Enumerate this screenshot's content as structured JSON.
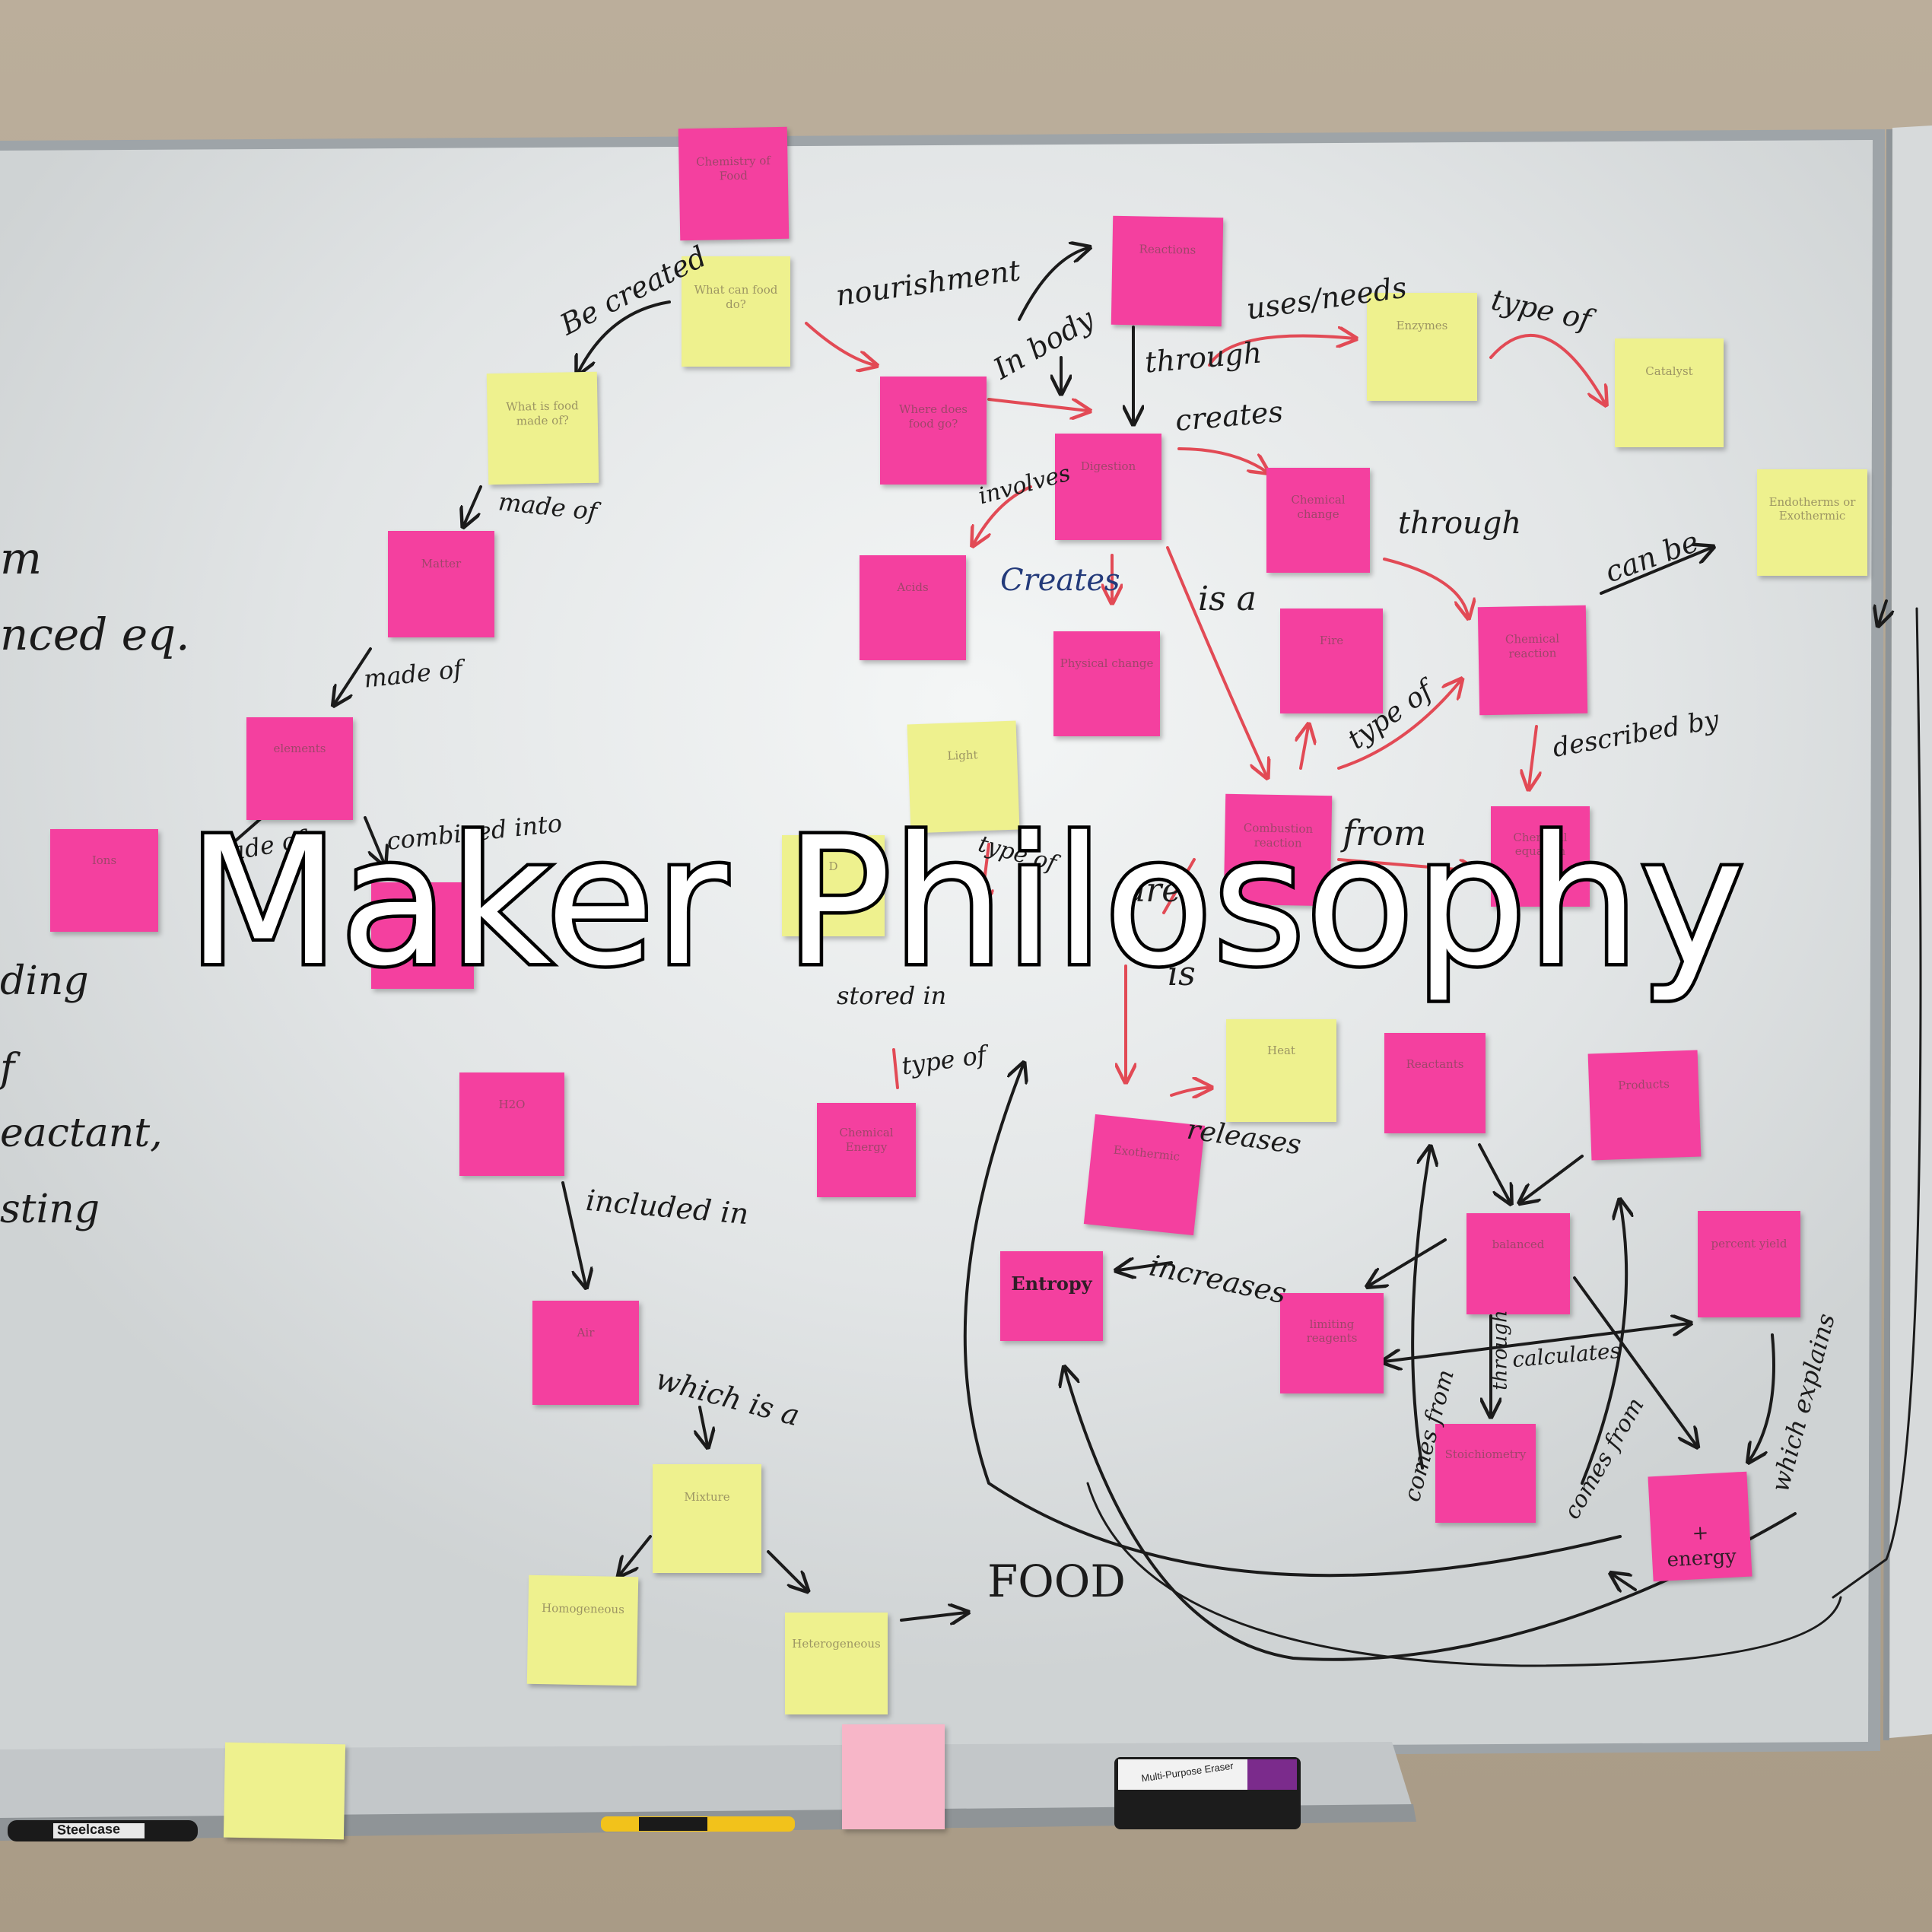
{
  "overlay_title": "Maker Philosophy",
  "notes": [
    {
      "id": "chemistry-of-food",
      "text": "Chemistry of Food",
      "color": "pink"
    },
    {
      "id": "what-can-food-do",
      "text": "What can food do?",
      "color": "yellow"
    },
    {
      "id": "what-is-food-made-of",
      "text": "What is food made of?",
      "color": "yellow"
    },
    {
      "id": "matter",
      "text": "Matter",
      "color": "pink"
    },
    {
      "id": "elements",
      "text": "elements",
      "color": "pink"
    },
    {
      "id": "ions",
      "text": "Ions",
      "color": "pink"
    },
    {
      "id": "compound",
      "text": "",
      "color": "pink"
    },
    {
      "id": "h2o",
      "text": "H2O",
      "color": "pink"
    },
    {
      "id": "air",
      "text": "Air",
      "color": "pink"
    },
    {
      "id": "mixture",
      "text": "Mixture",
      "color": "yellow"
    },
    {
      "id": "homogeneous",
      "text": "Homogeneous",
      "color": "yellow"
    },
    {
      "id": "heterogeneous",
      "text": "Heterogeneous",
      "color": "yellow"
    },
    {
      "id": "where-does-food-go",
      "text": "Where does food go?",
      "color": "pink"
    },
    {
      "id": "reactions",
      "text": "Reactions",
      "color": "pink"
    },
    {
      "id": "digestion",
      "text": "Digestion",
      "color": "pink"
    },
    {
      "id": "acids",
      "text": "Acids",
      "color": "pink"
    },
    {
      "id": "physical-change",
      "text": "Physical change",
      "color": "pink"
    },
    {
      "id": "light",
      "text": "Light",
      "color": "yellow"
    },
    {
      "id": "d-note",
      "text": "D",
      "color": "yellow"
    },
    {
      "id": "enzymes",
      "text": "Enzymes",
      "color": "yellow"
    },
    {
      "id": "catalyst",
      "text": "Catalyst",
      "color": "yellow"
    },
    {
      "id": "endothermic",
      "text": "Endotherms or Exothermic",
      "color": "yellow"
    },
    {
      "id": "chemical-change",
      "text": "Chemical change",
      "color": "pink"
    },
    {
      "id": "fire",
      "text": "Fire",
      "color": "pink"
    },
    {
      "id": "chemical-reaction",
      "text": "Chemical reaction",
      "color": "pink"
    },
    {
      "id": "combustion",
      "text": "Combustion reaction",
      "color": "pink"
    },
    {
      "id": "chemical-equation",
      "text": "Chemical equation",
      "color": "pink"
    },
    {
      "id": "chemical-energy",
      "text": "Chemical Energy",
      "color": "pink"
    },
    {
      "id": "exothermic",
      "text": "Exothermic",
      "color": "pink"
    },
    {
      "id": "heat",
      "text": "Heat",
      "color": "yellow"
    },
    {
      "id": "reactants",
      "text": "Reactants",
      "color": "pink"
    },
    {
      "id": "products",
      "text": "Products",
      "color": "pink"
    },
    {
      "id": "entropy",
      "text": "Entropy",
      "color": "pink"
    },
    {
      "id": "balanced",
      "text": "balanced",
      "color": "pink"
    },
    {
      "id": "limiting-reagents",
      "text": "limiting reagents",
      "color": "pink"
    },
    {
      "id": "percent-yield",
      "text": "percent yield",
      "color": "pink"
    },
    {
      "id": "stoichiometry",
      "text": "Stoichiometry",
      "color": "pink"
    },
    {
      "id": "energy-note",
      "text": "+ energy",
      "color": "pink"
    },
    {
      "id": "tray-yellow",
      "text": "",
      "color": "yellow"
    },
    {
      "id": "tray-pink",
      "text": "",
      "color": "pink"
    }
  ],
  "labels": [
    {
      "id": "be-created",
      "text": "Be created"
    },
    {
      "id": "nourishment",
      "text": "nourishment"
    },
    {
      "id": "in-body",
      "text": "In body"
    },
    {
      "id": "through-1",
      "text": "through"
    },
    {
      "id": "uses-needs",
      "text": "uses/needs"
    },
    {
      "id": "type-of-1",
      "text": "type of"
    },
    {
      "id": "creates",
      "text": "creates"
    },
    {
      "id": "involves",
      "text": "involves"
    },
    {
      "id": "creates-2",
      "text": "Creates"
    },
    {
      "id": "is-a",
      "text": "is a"
    },
    {
      "id": "through-2",
      "text": "through"
    },
    {
      "id": "can-be",
      "text": "can be"
    },
    {
      "id": "made-of-1",
      "text": "made of"
    },
    {
      "id": "made-of-2",
      "text": "made of"
    },
    {
      "id": "made-of-3",
      "text": "made of"
    },
    {
      "id": "combined-into",
      "text": "combined into"
    },
    {
      "id": "type-of-2",
      "text": "type of"
    },
    {
      "id": "described-by",
      "text": "described by"
    },
    {
      "id": "from",
      "text": "from"
    },
    {
      "id": "are",
      "text": "are"
    },
    {
      "id": "is",
      "text": "is"
    },
    {
      "id": "type-of-3",
      "text": "type of"
    },
    {
      "id": "stored-in",
      "text": "stored in"
    },
    {
      "id": "type-of-4",
      "text": "type of"
    },
    {
      "id": "releases",
      "text": "releases"
    },
    {
      "id": "increases",
      "text": "increases"
    },
    {
      "id": "included-in",
      "text": "included in"
    },
    {
      "id": "which-is-a",
      "text": "which is a"
    },
    {
      "id": "food",
      "text": "FOOD"
    },
    {
      "id": "calculates",
      "text": "calculates"
    },
    {
      "id": "through-3",
      "text": "through"
    },
    {
      "id": "comes-from-1",
      "text": "comes from"
    },
    {
      "id": "comes-from-2",
      "text": "comes from"
    },
    {
      "id": "which-explains",
      "text": "which explains"
    },
    {
      "id": "left-m",
      "text": "m"
    },
    {
      "id": "left-balanced-eq",
      "text": "nced eq."
    },
    {
      "id": "left-ding",
      "text": "ding"
    },
    {
      "id": "left-f",
      "text": "f"
    },
    {
      "id": "left-reactant",
      "text": "eactant,"
    },
    {
      "id": "left-sting",
      "text": "sting"
    }
  ],
  "tray": {
    "marker_brand": "Steelcase",
    "eraser_label": "Multi-Purpose Eraser"
  }
}
